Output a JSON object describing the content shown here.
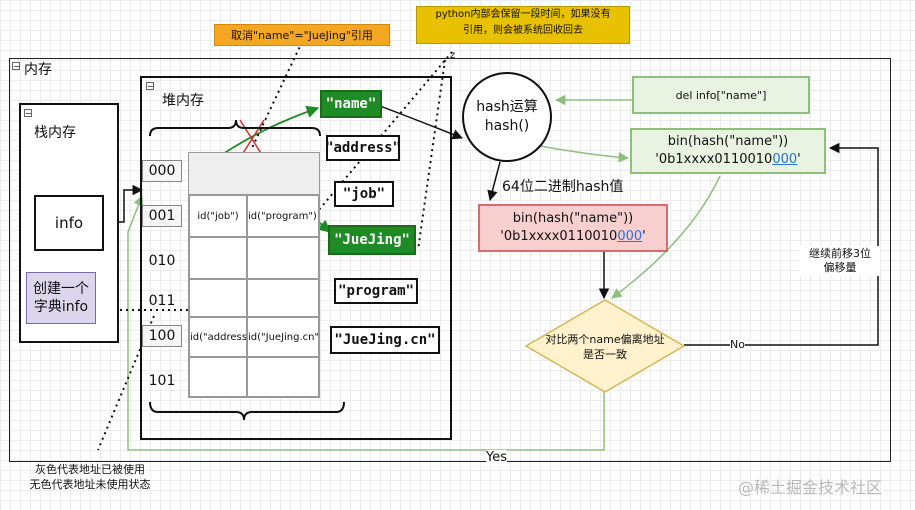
{
  "memory": {
    "title": "内存"
  },
  "stack": {
    "title": "栈内存",
    "var": "info"
  },
  "heap": {
    "title": "堆内存"
  },
  "create_note": "创建一个字典info",
  "addresses": [
    "000",
    "001",
    "010",
    "011",
    "100",
    "101"
  ],
  "table": {
    "row1": [
      "id(\"job\")",
      "id(\"program\")"
    ],
    "row4": [
      "id(\"address\")",
      "id(\"JueJing.cn\")"
    ]
  },
  "strings": {
    "name": "\"name\"",
    "address": "\"address\"",
    "job": "\"job\"",
    "juejing": "\"JueJing\"",
    "program": "\"program\"",
    "juejing_cn": "\"JueJing.cn\""
  },
  "notes": {
    "cancel": "取消\"name\"=\"JueJing\"引用",
    "python_line1": "python内部会保留一段时间，如果没有",
    "python_line2": "引用，则会被系统回收回去",
    "z": "z"
  },
  "hash": {
    "line1": "hash运算",
    "line2": "hash()"
  },
  "del": "del info[\"name\"]",
  "bin_green": {
    "line1": "bin(hash(\"name\"))",
    "prefix": "'0b1xxxx0110010",
    "suffix": "000",
    "end": "'"
  },
  "bin_red": {
    "line1": "bin(hash(\"name\"))",
    "prefix": "'0b1xxxx0110010",
    "suffix": "000",
    "end": "'"
  },
  "bits_label": "64位二进制hash值",
  "compare": {
    "line1": "对比两个name偏离地址",
    "line2": "是否一致"
  },
  "shift": {
    "line1": "继续前移3位",
    "line2": "偏移量"
  },
  "no": "No",
  "yes": "Yes",
  "legend": {
    "line1": "灰色代表地址已被使用",
    "line2": "无色代表地址未使用状态"
  },
  "watermark": "@稀土掘金技术社区"
}
